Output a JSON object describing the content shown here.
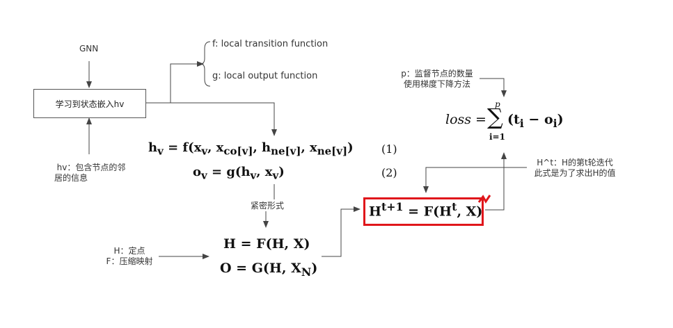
{
  "labels": {
    "gnn": "GNN",
    "embed_box": "学习到状态嵌入hv",
    "f_def": "f: local transition function",
    "g_def": "g: local output function",
    "hv_note_1": "hv：包含节点的邻",
    "hv_note_2": "居的信息",
    "compact": "紧密形式",
    "H_note": "H：定点",
    "F_note": "F：压缩映射",
    "p_note_1": "p：监督节点的数量",
    "p_note_2": "使用梯度下降方法",
    "Ht_note_1": "H^t：H的第t轮迭代",
    "Ht_note_2": "此式是为了求出H的值"
  },
  "equations": {
    "eq1": "h<sub>v</sub> = f(x<sub>v</sub>, x<sub>co[v]</sub>, h<sub>ne[v]</sub>, x<sub>ne[v]</sub>)",
    "eq1_num": "(1)",
    "eq2": "o<sub>v</sub> = g(h<sub>v</sub>, x<sub>v</sub>)",
    "eq2_num": "(2)",
    "eqH": "H = F(H, X)",
    "eqO": "O = G(H, X<sub>N</sub>)",
    "eqIter": "H<sup>t+1</sup> = F(H<sup>t</sup>, X)",
    "eqLoss_left": "loss =",
    "eqLoss_sum_top": "p",
    "eqLoss_sum_bottom": "i=1",
    "eqLoss_right": "(t<sub>i</sub> − o<sub>i</sub>)"
  },
  "colors": {
    "line": "#444444",
    "highlight": "#e0161b"
  }
}
